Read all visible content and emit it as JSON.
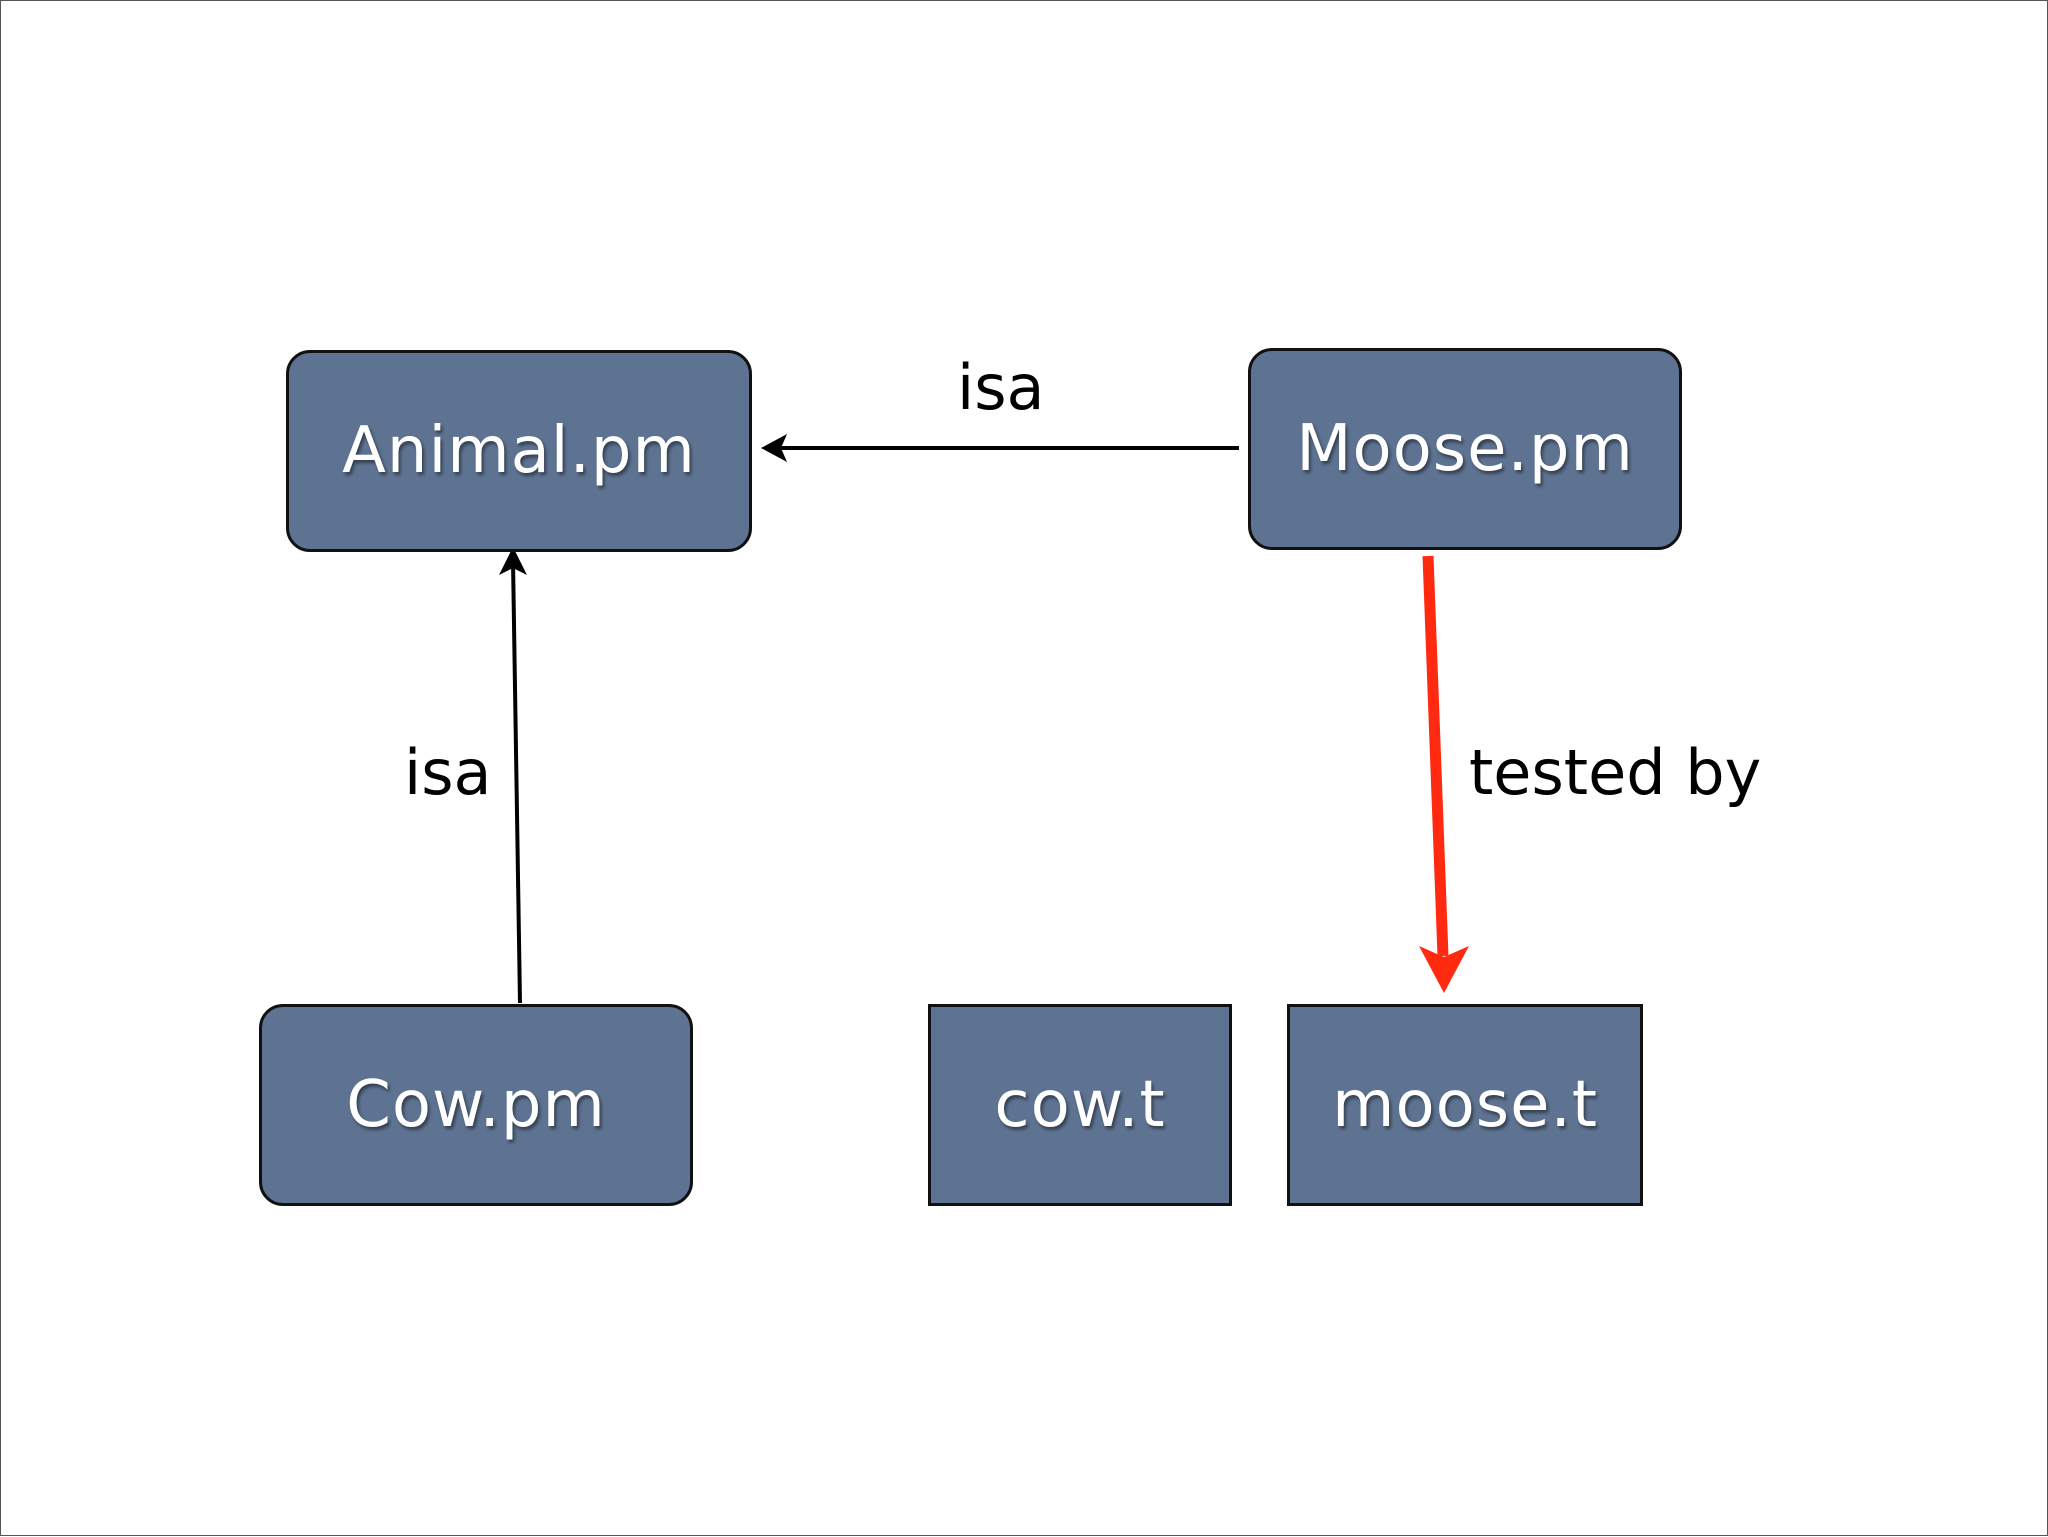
{
  "nodes": {
    "animal": "Animal.pm",
    "moose": "Moose.pm",
    "cow": "Cow.pm",
    "cow_test": "cow.t",
    "moose_test": "moose.t"
  },
  "edges": {
    "moose_to_animal": "isa",
    "cow_to_animal": "isa",
    "moose_to_moose_test": "tested by"
  },
  "colors": {
    "node_fill": "#5e7392",
    "node_border": "#111111",
    "isa_arrow": "#000000",
    "tested_by_arrow": "#ff2a10"
  }
}
